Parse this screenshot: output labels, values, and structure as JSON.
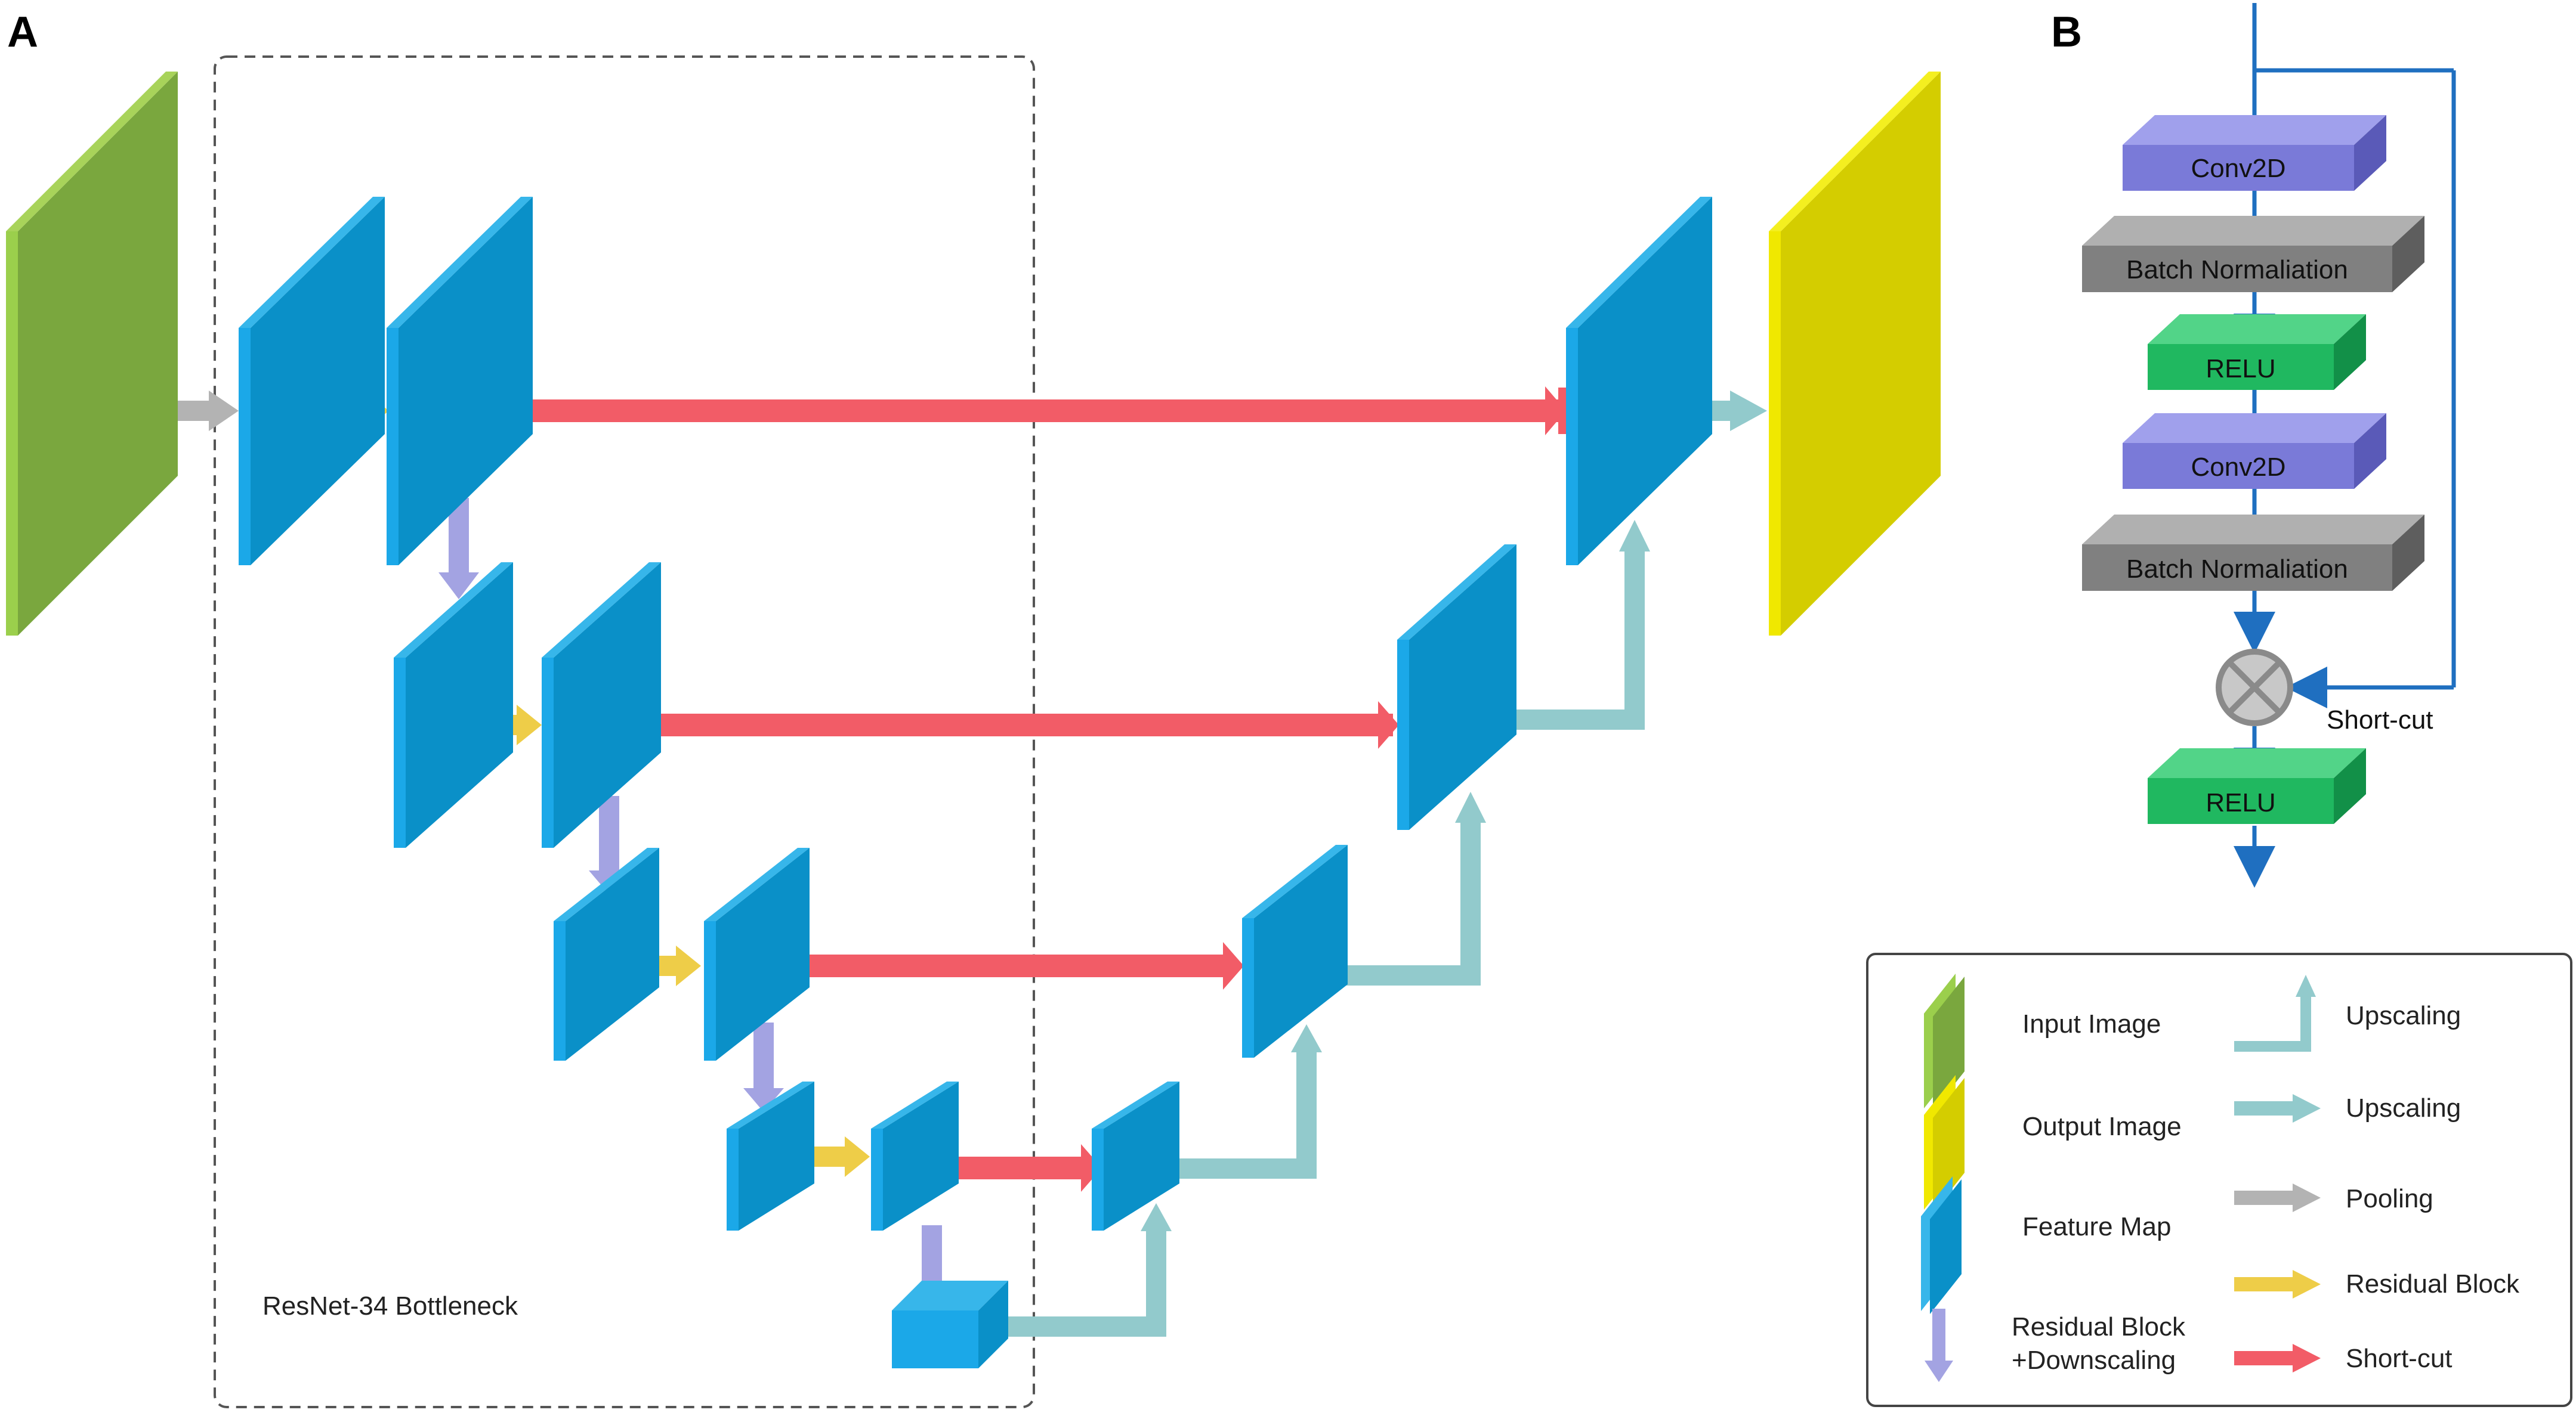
{
  "panels": {
    "a_label": "A",
    "b_label": "B"
  },
  "panel_a": {
    "bottleneck_label": "ResNet-34  Bottleneck"
  },
  "panel_b": {
    "blocks": [
      "Conv2D",
      "Batch Normaliation",
      "RELU",
      "Conv2D",
      "Batch Normaliation",
      "RELU"
    ],
    "shortcut_label": "Short-cut"
  },
  "legend": {
    "input_image": "Input Image",
    "output_image": "Output Image",
    "feature_map": "Feature Map",
    "residual_down_line1": "Residual Block",
    "residual_down_line2": "+Downscaling",
    "upscaling_elbow": "Upscaling",
    "upscaling_straight": "Upscaling",
    "pooling": "Pooling",
    "residual_block": "Residual Block",
    "short_cut": "Short-cut"
  },
  "colors": {
    "input": "#7aa73e",
    "output": "#d4cd00",
    "feature": "#0a90c8",
    "pooling": "#b3b3b3",
    "residual": "#eecd48",
    "shortcut": "#f25c67",
    "down": "#a3a3e2",
    "up": "#92cacc",
    "conv": "#7a7ad8",
    "bn": "#808080",
    "relu": "#20b860",
    "flow": "#1f6fc0"
  }
}
